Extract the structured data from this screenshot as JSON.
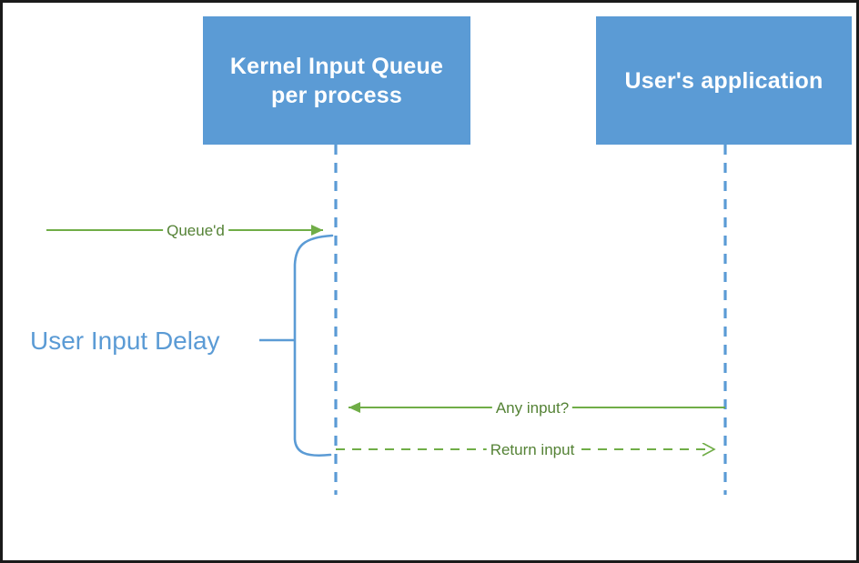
{
  "diagram": {
    "type": "sequence-diagram",
    "colors": {
      "actor_box_fill": "#5B9BD5",
      "actor_box_text": "#FFFFFF",
      "lifeline": "#5B9BD5",
      "message_line": "#70AD47",
      "message_text": "#548235",
      "annotation_text": "#5B9BD5",
      "brace": "#5B9BD5",
      "frame_border": "#1A1A1A",
      "background": "#FFFFFF"
    },
    "actors": [
      {
        "id": "kernel-input-queue",
        "title_line1": "Kernel Input Queue",
        "title_line2": "per process"
      },
      {
        "id": "users-application",
        "title_line1": "User's application",
        "title_line2": ""
      }
    ],
    "messages": [
      {
        "id": "queued",
        "label": "Queue'd",
        "style": "solid",
        "arrowhead": "filled",
        "direction": "right",
        "from": "external",
        "to": "kernel-input-queue"
      },
      {
        "id": "any-input",
        "label": "Any input?",
        "style": "solid",
        "arrowhead": "filled",
        "direction": "left",
        "from": "users-application",
        "to": "kernel-input-queue"
      },
      {
        "id": "return-input",
        "label": "Return input",
        "style": "dashed",
        "arrowhead": "open",
        "direction": "right",
        "from": "kernel-input-queue",
        "to": "users-application"
      }
    ],
    "annotations": [
      {
        "id": "user-input-delay",
        "label": "User Input Delay",
        "marker": "left-brace"
      }
    ]
  }
}
